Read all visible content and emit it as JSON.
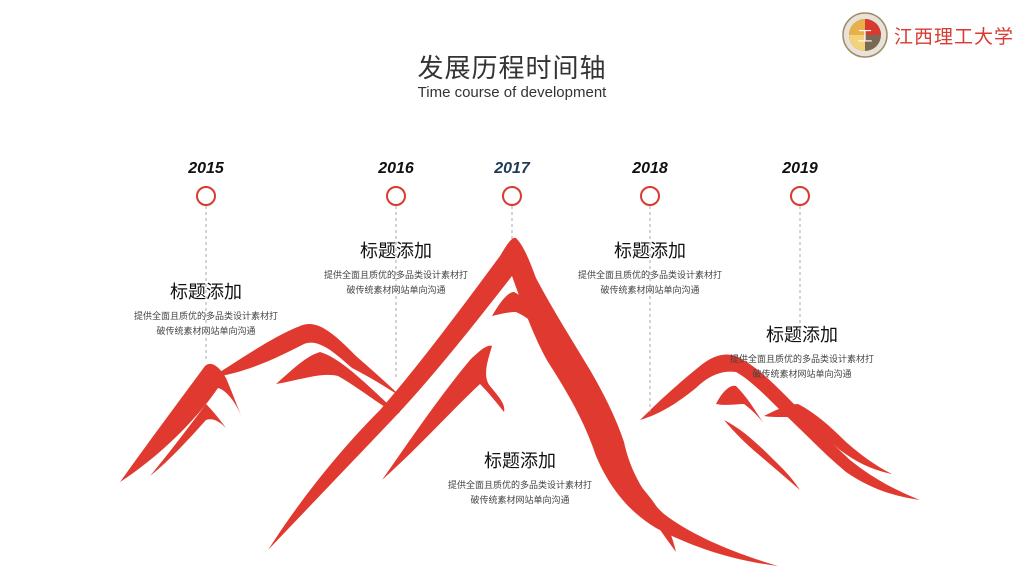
{
  "header": {
    "school_name": "江西理工大学",
    "title_cn": "发展历程时间轴",
    "title_en": "Time course of development"
  },
  "colors": {
    "accent": "#d93a2f",
    "mountain": "#e03a30",
    "highlight_year": "#1f3a5a"
  },
  "timeline": [
    {
      "year": "2015",
      "title": "标题添加",
      "desc_line1": "提供全面且质优的多品类设计素材打",
      "desc_line2": "破传统素材网站单向沟通"
    },
    {
      "year": "2016",
      "title": "标题添加",
      "desc_line1": "提供全面且质优的多品类设计素材打",
      "desc_line2": "破传统素材网站单向沟通"
    },
    {
      "year": "2017",
      "title": "标题添加",
      "desc_line1": "提供全面且质优的多品类设计素材打",
      "desc_line2": "破传统素材网站单向沟通"
    },
    {
      "year": "2018",
      "title": "标题添加",
      "desc_line1": "提供全面且质优的多品类设计素材打",
      "desc_line2": "破传统素材网站单向沟通"
    },
    {
      "year": "2019",
      "title": "标题添加",
      "desc_line1": "提供全面且质优的多品类设计素材打",
      "desc_line2": "破传统素材网站单向沟通"
    }
  ]
}
